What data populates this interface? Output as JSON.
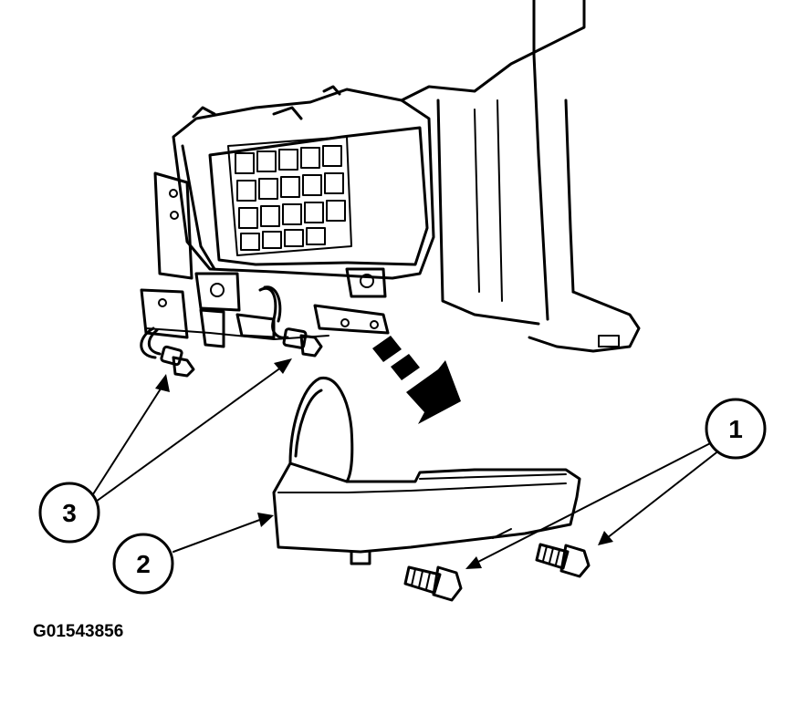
{
  "callouts": {
    "c1": "1",
    "c2": "2",
    "c3": "3"
  },
  "figure_code": "G01543856"
}
